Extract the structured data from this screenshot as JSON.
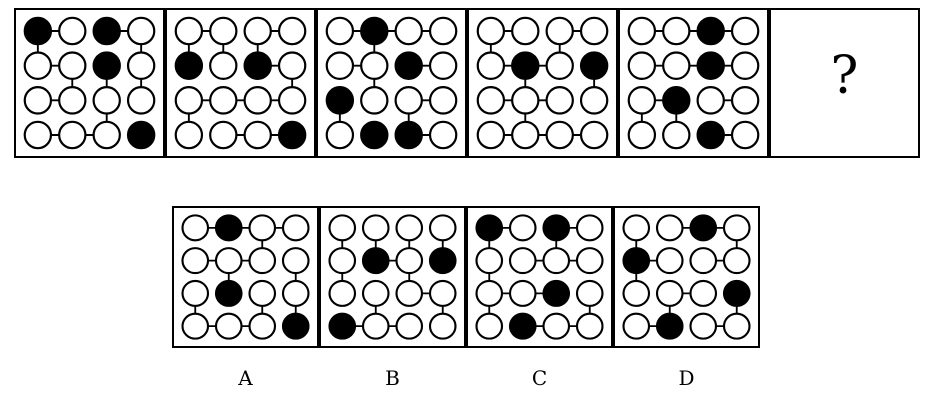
{
  "colors": {
    "background": "#ffffff",
    "line": "#000000",
    "circle_stroke": "#000000",
    "circle_white_fill": "#ffffff",
    "circle_black_fill": "#000000",
    "panel_border": "#000000"
  },
  "sequence": {
    "panels": [
      {
        "id": "panel-1",
        "rows": 4,
        "cols": 4,
        "black": [
          [
            0,
            0
          ],
          [
            0,
            2
          ],
          [
            1,
            2
          ],
          [
            3,
            3
          ]
        ],
        "h_edges": [
          [
            0,
            0
          ],
          [
            0,
            2
          ],
          [
            1,
            0
          ],
          [
            2,
            0
          ],
          [
            3,
            0
          ],
          [
            3,
            1
          ]
        ],
        "v_edges": [
          [
            0,
            0
          ],
          [
            0,
            3
          ],
          [
            1,
            1
          ],
          [
            1,
            2
          ],
          [
            1,
            3
          ],
          [
            2,
            2
          ]
        ]
      },
      {
        "id": "panel-2",
        "rows": 4,
        "cols": 4,
        "black": [
          [
            1,
            0
          ],
          [
            1,
            2
          ],
          [
            3,
            3
          ]
        ],
        "h_edges": [
          [
            0,
            0
          ],
          [
            0,
            2
          ],
          [
            1,
            2
          ],
          [
            2,
            0
          ],
          [
            2,
            1
          ],
          [
            2,
            2
          ],
          [
            3,
            1
          ],
          [
            3,
            2
          ]
        ],
        "v_edges": [
          [
            0,
            0
          ],
          [
            0,
            1
          ],
          [
            0,
            2
          ],
          [
            1,
            3
          ],
          [
            2,
            0
          ]
        ]
      },
      {
        "id": "panel-3",
        "rows": 4,
        "cols": 4,
        "black": [
          [
            0,
            1
          ],
          [
            1,
            2
          ],
          [
            2,
            0
          ],
          [
            3,
            1
          ],
          [
            3,
            2
          ]
        ],
        "h_edges": [
          [
            0,
            0
          ],
          [
            0,
            1
          ],
          [
            0,
            2
          ],
          [
            1,
            0
          ],
          [
            1,
            2
          ],
          [
            2,
            2
          ],
          [
            3,
            2
          ]
        ],
        "v_edges": [
          [
            0,
            1
          ],
          [
            1,
            1
          ],
          [
            2,
            0
          ],
          [
            2,
            2
          ]
        ]
      },
      {
        "id": "panel-4",
        "rows": 4,
        "cols": 4,
        "black": [
          [
            1,
            1
          ],
          [
            1,
            3
          ]
        ],
        "h_edges": [
          [
            0,
            0
          ],
          [
            0,
            2
          ],
          [
            1,
            0
          ],
          [
            1,
            1
          ],
          [
            2,
            0
          ],
          [
            2,
            1
          ],
          [
            3,
            0
          ],
          [
            3,
            1
          ],
          [
            3,
            2
          ]
        ],
        "v_edges": [
          [
            0,
            0
          ],
          [
            0,
            2
          ],
          [
            1,
            1
          ],
          [
            1,
            3
          ],
          [
            2,
            1
          ]
        ]
      },
      {
        "id": "panel-5",
        "rows": 4,
        "cols": 4,
        "black": [
          [
            0,
            2
          ],
          [
            1,
            2
          ],
          [
            2,
            1
          ],
          [
            3,
            2
          ]
        ],
        "h_edges": [
          [
            0,
            0
          ],
          [
            0,
            1
          ],
          [
            0,
            2
          ],
          [
            1,
            0
          ],
          [
            1,
            1
          ],
          [
            1,
            2
          ],
          [
            2,
            0
          ],
          [
            2,
            2
          ],
          [
            3,
            2
          ]
        ],
        "v_edges": [
          [
            2,
            0
          ],
          [
            2,
            1
          ]
        ]
      }
    ],
    "unknown": {
      "symbol": "?"
    }
  },
  "options": [
    {
      "label": "A",
      "grid": {
        "rows": 4,
        "cols": 4,
        "black": [
          [
            0,
            1
          ],
          [
            2,
            1
          ],
          [
            3,
            3
          ]
        ],
        "h_edges": [
          [
            0,
            0
          ],
          [
            0,
            1
          ],
          [
            0,
            2
          ],
          [
            1,
            0
          ],
          [
            1,
            1
          ],
          [
            3,
            0
          ],
          [
            3,
            1
          ]
        ],
        "v_edges": [
          [
            0,
            2
          ],
          [
            1,
            1
          ],
          [
            1,
            3
          ],
          [
            2,
            0
          ],
          [
            2,
            2
          ],
          [
            2,
            3
          ]
        ]
      }
    },
    {
      "label": "B",
      "grid": {
        "rows": 4,
        "cols": 4,
        "black": [
          [
            1,
            1
          ],
          [
            1,
            3
          ],
          [
            3,
            0
          ]
        ],
        "h_edges": [
          [
            1,
            1
          ],
          [
            2,
            2
          ],
          [
            3,
            0
          ],
          [
            3,
            1
          ]
        ],
        "v_edges": [
          [
            0,
            0
          ],
          [
            0,
            1
          ],
          [
            0,
            2
          ],
          [
            0,
            3
          ],
          [
            1,
            0
          ],
          [
            1,
            2
          ],
          [
            2,
            1
          ],
          [
            2,
            3
          ]
        ]
      }
    },
    {
      "label": "C",
      "grid": {
        "rows": 4,
        "cols": 4,
        "black": [
          [
            0,
            0
          ],
          [
            0,
            2
          ],
          [
            2,
            2
          ],
          [
            3,
            1
          ]
        ],
        "h_edges": [
          [
            0,
            0
          ],
          [
            0,
            2
          ],
          [
            1,
            1
          ],
          [
            1,
            2
          ],
          [
            2,
            0
          ],
          [
            2,
            1
          ],
          [
            3,
            1
          ],
          [
            3,
            2
          ]
        ],
        "v_edges": [
          [
            0,
            0
          ],
          [
            0,
            2
          ],
          [
            1,
            0
          ],
          [
            2,
            0
          ],
          [
            2,
            3
          ]
        ]
      }
    },
    {
      "label": "D",
      "grid": {
        "rows": 4,
        "cols": 4,
        "black": [
          [
            0,
            2
          ],
          [
            1,
            0
          ],
          [
            2,
            3
          ],
          [
            3,
            1
          ]
        ],
        "h_edges": [
          [
            0,
            1
          ],
          [
            0,
            2
          ],
          [
            1,
            0
          ],
          [
            1,
            2
          ],
          [
            2,
            1
          ],
          [
            3,
            0
          ],
          [
            3,
            2
          ]
        ],
        "v_edges": [
          [
            0,
            0
          ],
          [
            0,
            3
          ],
          [
            1,
            0
          ],
          [
            2,
            1
          ],
          [
            2,
            3
          ]
        ]
      }
    }
  ]
}
